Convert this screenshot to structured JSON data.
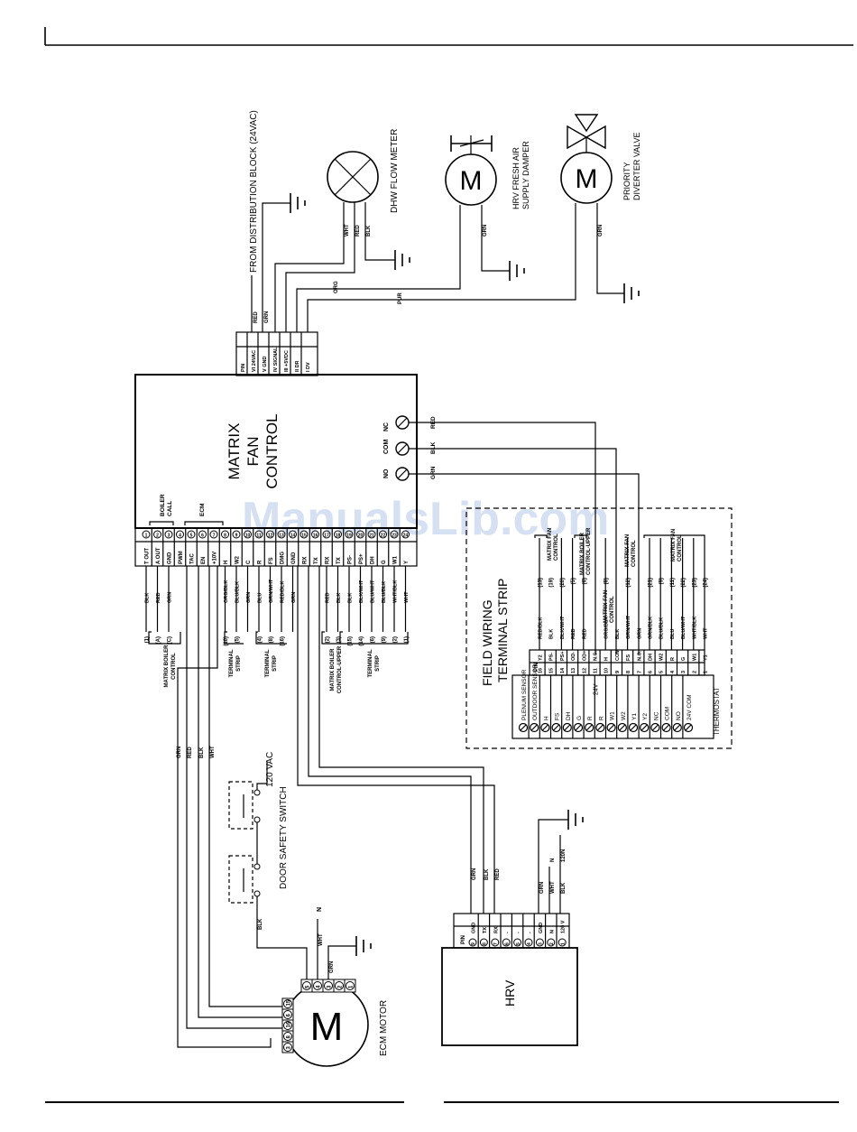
{
  "labels": {
    "distribution": "FROM DISTRIBUTION BLOCK (24VAC)",
    "dhw": "DHW FLOW METER",
    "hrv_damper": [
      "HRV FRESH AIR",
      "SUPPLY DAMPER"
    ],
    "priority": [
      "PRIORITY",
      "DIVERTER VALVE"
    ],
    "matrix": [
      "MATRIX",
      "FAN",
      "CONTROL"
    ],
    "field_wiring": [
      "FIELD WIRING",
      "TERMINAL STRIP"
    ],
    "door_switch": "DOOR SAFETY SWITCH",
    "vac120": "120 VAC",
    "ecm_motor": "ECM MOTOR",
    "hrv_box": "HRV",
    "boiler_call": [
      "BOILER",
      "CALL"
    ],
    "ecm_group": "ECM",
    "matrix_boiler_control": [
      "MATRIX BOILER",
      "CONTROL"
    ],
    "matrix_boiler_upper": [
      "MATRIX BOILER",
      "CONTROL-UPPER"
    ],
    "terminal_strip": [
      "TERMINAL",
      "STRIP"
    ],
    "matrix_fan_control": [
      "MATRIX FAN",
      "CONTROL"
    ],
    "thermostat": "THERMOSTAT",
    "pin": "PIN",
    "motor_letter": "M",
    "watermark": "ManualsLib.com"
  },
  "top_connector": [
    "PIN",
    "VI 24VAC",
    "V GND",
    "IV SIGNAL",
    "III +5VDC",
    "II DR",
    "I DV"
  ],
  "top_wires": [
    "RED",
    "GRN",
    "WHT",
    "RED",
    "BLK",
    "ORG",
    "PUR",
    "GRN",
    "GRN"
  ],
  "relay_terminals": [
    {
      "label": "NC",
      "wire": "RED"
    },
    {
      "label": "COM",
      "wire": "BLK"
    },
    {
      "label": "NO",
      "wire": "GRN"
    }
  ],
  "bottom_pins": [
    {
      "num": "1",
      "name": "T OUT",
      "wire": "BLK",
      "ref": "(1)"
    },
    {
      "num": "2",
      "name": "A OUT",
      "wire": "RED",
      "ref": "(A)"
    },
    {
      "num": "3",
      "name": "GND",
      "wire": "GRN",
      "ref": "(C)"
    },
    {
      "num": "4",
      "name": "PWM",
      "wire": "",
      "ref": ""
    },
    {
      "num": "5",
      "name": "TAC",
      "wire": "",
      "ref": ""
    },
    {
      "num": "6",
      "name": "EN",
      "wire": "",
      "ref": ""
    },
    {
      "num": "7",
      "name": "+10V",
      "wire": "",
      "ref": ""
    },
    {
      "num": "8",
      "name": "H",
      "wire": "ORG/BLK",
      "ref": "(10)"
    },
    {
      "num": "9",
      "name": "W2",
      "wire": "BLU/BLK",
      "ref": "(5)"
    },
    {
      "num": "10",
      "name": "C",
      "wire": "GRN",
      "ref": ""
    },
    {
      "num": "11",
      "name": "R",
      "wire": "BLU",
      "ref": "(4)"
    },
    {
      "num": "12",
      "name": "FS",
      "wire": "GRN/WHT",
      "ref": "(8)"
    },
    {
      "num": "13",
      "name": "DMG",
      "wire": "RED/BLK",
      "ref": "(16)"
    },
    {
      "num": "14",
      "name": "GND",
      "wire": "GRN",
      "ref": ""
    },
    {
      "num": "15",
      "name": "RX",
      "wire": "",
      "ref": ""
    },
    {
      "num": "16",
      "name": "TX",
      "wire": "",
      "ref": ""
    },
    {
      "num": "17",
      "name": "RX",
      "wire": "RED",
      "ref": "(2)"
    },
    {
      "num": "18",
      "name": "TX",
      "wire": "BLK",
      "ref": "(3)"
    },
    {
      "num": "19",
      "name": "PS-",
      "wire": "BLK",
      "ref": "(15)"
    },
    {
      "num": "20",
      "name": "PS+",
      "wire": "BLK/WHT",
      "ref": "(14)"
    },
    {
      "num": "21",
      "name": "DH",
      "wire": "BLU/WHT",
      "ref": "(6)"
    },
    {
      "num": "22",
      "name": "G",
      "wire": "BLU/BLK",
      "ref": "(9)"
    },
    {
      "num": "23",
      "name": "W1",
      "wire": "WHT/BLK",
      "ref": "(2)"
    },
    {
      "num": "24",
      "name": "Y",
      "wire": "WHT",
      "ref": "(1)"
    }
  ],
  "field_strip": [
    {
      "num": "16",
      "pin": "Y2",
      "wire": "RED/BLK",
      "ref": "(13)"
    },
    {
      "num": "15",
      "pin": "PS-",
      "wire": "BLK",
      "ref": "(19)"
    },
    {
      "num": "14",
      "pin": "PS+",
      "wire": "BLK/WHT",
      "ref": "(20)"
    },
    {
      "num": "13",
      "pin": "OD-",
      "wire": "RED",
      "ref": "(5)"
    },
    {
      "num": "12",
      "pin": "OD+",
      "wire": "RED",
      "ref": "(6)"
    },
    {
      "num": "11",
      "pin": "N.C.",
      "wire": "",
      "ref": ""
    },
    {
      "num": "10",
      "pin": "H",
      "wire": "ORG/BLK",
      "ref": "(8)"
    },
    {
      "num": "9",
      "pin": "COM",
      "wire": "BLK",
      "ref": ""
    },
    {
      "num": "8",
      "pin": "FS",
      "wire": "GRN/WHT",
      "ref": "(12)"
    },
    {
      "num": "7",
      "pin": "N.O.",
      "wire": "GRN",
      "ref": ""
    },
    {
      "num": "6",
      "pin": "DH",
      "wire": "GRN/BLK",
      "ref": "(21)"
    },
    {
      "num": "5",
      "pin": "W2",
      "wire": "BLU/BLK",
      "ref": "(9)"
    },
    {
      "num": "4",
      "pin": "R",
      "wire": "BLU",
      "ref": "(11)"
    },
    {
      "num": "3",
      "pin": "G",
      "wire": "BLU/WHT",
      "ref": "(22)"
    },
    {
      "num": "2",
      "pin": "W1",
      "wire": "WHT/BLK",
      "ref": "(23)"
    },
    {
      "num": "1",
      "pin": "Y1",
      "wire": "WHT",
      "ref": "(24)"
    }
  ],
  "thermostat_labels": [
    "PLENUM SENSOR",
    "OUTDOOR SENSOR",
    "H",
    "FS",
    "DH",
    "G",
    "R",
    "R",
    "W1",
    "W2",
    "Y1",
    "Y2",
    "NC",
    "COM",
    "NO",
    "24V COM"
  ],
  "thermostat_24v": "24V",
  "hrv_pins": [
    {
      "num": "9",
      "name": "GND",
      "wire": "GRN"
    },
    {
      "num": "8",
      "name": "TX",
      "wire": "BLK"
    },
    {
      "num": "7",
      "name": "RX",
      "wire": "RED"
    },
    {
      "num": "6",
      "name": "-",
      "wire": ""
    },
    {
      "num": "5",
      "name": "-",
      "wire": ""
    },
    {
      "num": "4",
      "name": "-",
      "wire": ""
    },
    {
      "num": "3",
      "name": "GND",
      "wire": "GRN"
    },
    {
      "num": "2",
      "name": "N",
      "wire": "WHT"
    },
    {
      "num": "1",
      "name": "120 V",
      "wire": "BLK"
    }
  ],
  "hrv_extra": [
    "N",
    "120N"
  ],
  "ecm_pins_top": [
    "5",
    "4",
    "3",
    "2",
    "1"
  ],
  "ecm_pins_side": [
    "3",
    "8",
    "16",
    "6",
    "15"
  ],
  "ecm_wires": [
    "GRN",
    "RED",
    "BLK",
    "WHT"
  ],
  "motor_wires": [
    "BLK",
    "WHT",
    "N",
    "GRN"
  ]
}
